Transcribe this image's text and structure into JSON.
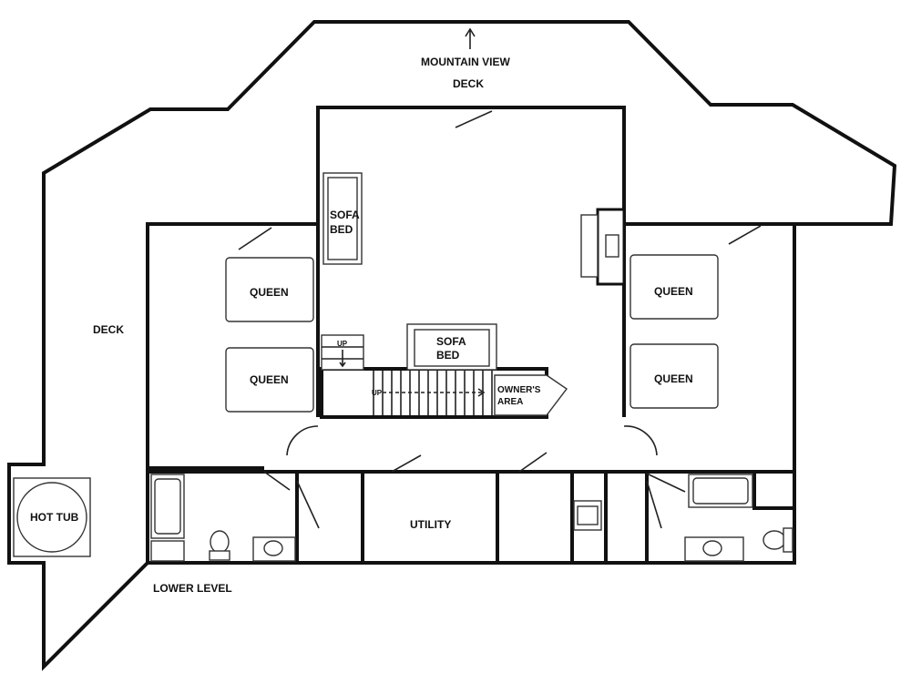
{
  "labels": {
    "mountain_view": "MOUNTAIN VIEW",
    "deck_top": "DECK",
    "deck_left": "DECK",
    "sofa_bed_1_line1": "SOFA",
    "sofa_bed_1_line2": "BED",
    "sofa_bed_2_line1": "SOFA",
    "sofa_bed_2_line2": "BED",
    "queen_left_upper": "QUEEN",
    "queen_left_lower": "QUEEN",
    "queen_right_upper": "QUEEN",
    "queen_right_lower": "QUEEN",
    "stairs_up_small": "UP",
    "stairs_up_main": "UP",
    "owners_area_line1": "OWNER'S",
    "owners_area_line2": "AREA",
    "utility": "UTILITY",
    "hot_tub": "HOT TUB",
    "lower_level": "LOWER LEVEL"
  }
}
